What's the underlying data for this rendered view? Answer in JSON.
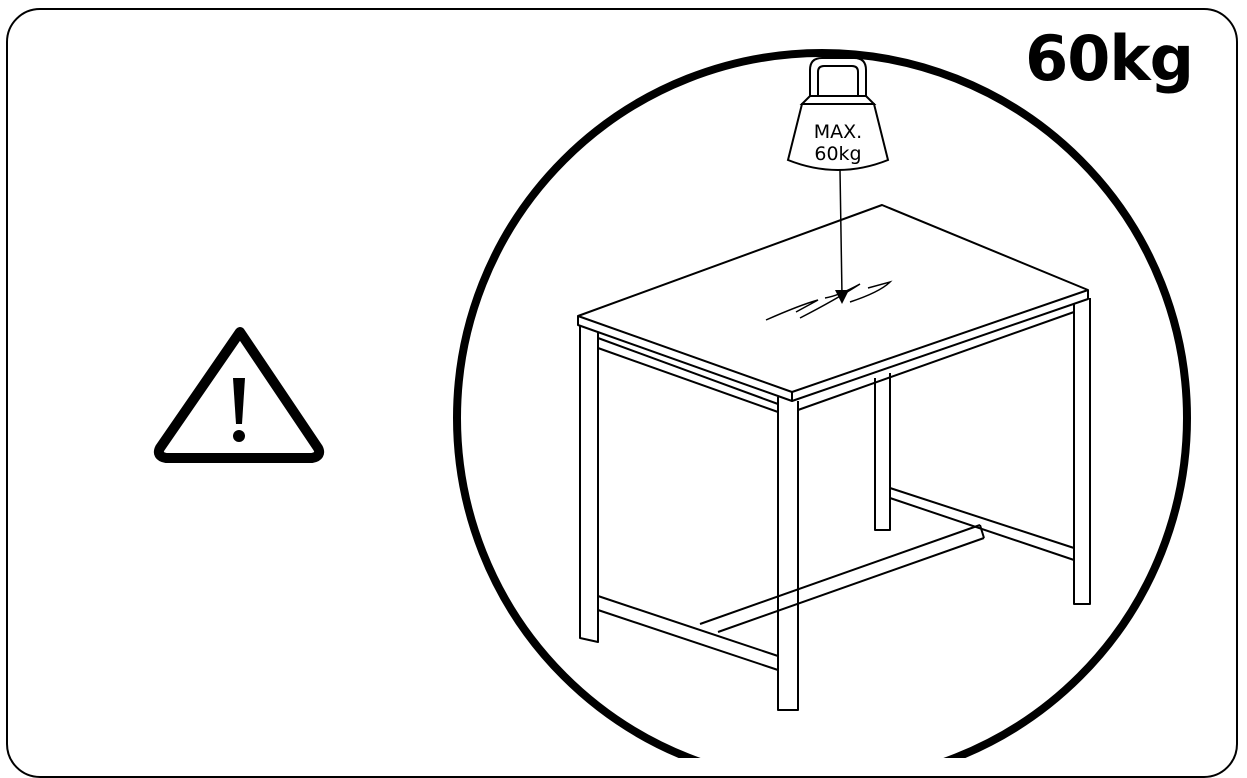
{
  "panel": {
    "max_weight_label": "60kg"
  },
  "weight": {
    "line1": "MAX.",
    "line2": "60kg"
  },
  "icons": {
    "warning": "warning-triangle-icon",
    "weight": "kettlebell-weight-icon",
    "table": "bar-table-illustration"
  },
  "colors": {
    "stroke": "#000000",
    "background": "#ffffff"
  }
}
